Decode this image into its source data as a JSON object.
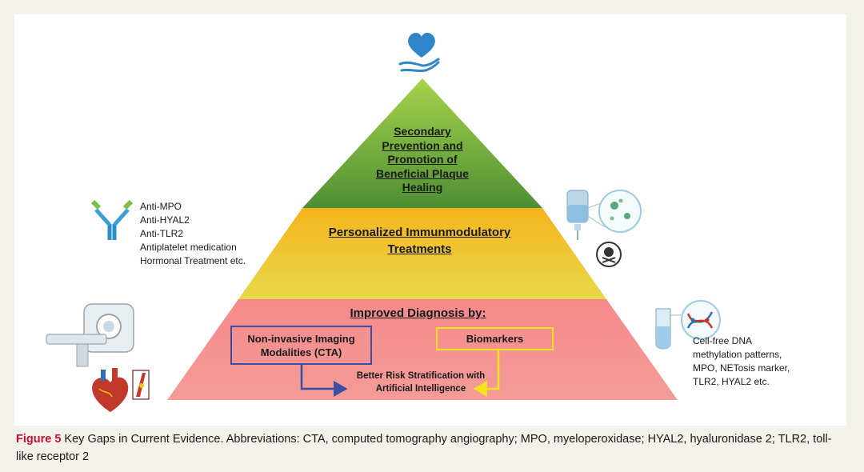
{
  "pyramid": {
    "top": {
      "lines": [
        "Secondary",
        "Prevention and",
        "Promotion of",
        "Beneficial Plaque",
        "Healing"
      ]
    },
    "middle": {
      "lines": [
        "Personalized Immunmodulatory",
        "Treatments"
      ]
    },
    "bottom": {
      "title": "Improved Diagnosis by:",
      "imaging_box": [
        "Non-invasive Imaging",
        "Modalities (CTA)"
      ],
      "biomarkers_box": "Biomarkers",
      "risk_lines": [
        "Better Risk Stratification with",
        "Artificial Intelligence"
      ]
    }
  },
  "left_list": [
    "Anti-MPO",
    "Anti-HYAL2",
    "Anti-TLR2",
    "Antiplatelet medication",
    "Hormonal Treatment etc."
  ],
  "right_list": [
    "Cell-free DNA",
    "methylation patterns,",
    "MPO, NETosis marker,",
    "TLR2, HYAL2 etc."
  ],
  "caption": {
    "figure_label": "Figure 5",
    "text": " Key Gaps in Current Evidence. Abbreviations: CTA, computed tomography angiography; MPO, myeloperoxidase; HYAL2, hyaluronidase 2; TLR2, toll-like receptor 2"
  },
  "icons": [
    "heart-hand-icon",
    "antibody-icon",
    "ct-scanner-icon",
    "heart-anatomy-icon",
    "artery-plaque-icon",
    "iv-drip-icon",
    "bacteria-icon",
    "skull-crossbones-icon",
    "test-tube-icon",
    "dna-molecule-icon"
  ],
  "colors": {
    "top_tier": "#5a9a3a",
    "middle_tier": "#f7c31a",
    "bottom_tier": "#f27f7f",
    "imaging_arrow": "#3b4ea1",
    "biomarker_arrow": "#f2e31a",
    "caption_label": "#c8102e"
  }
}
